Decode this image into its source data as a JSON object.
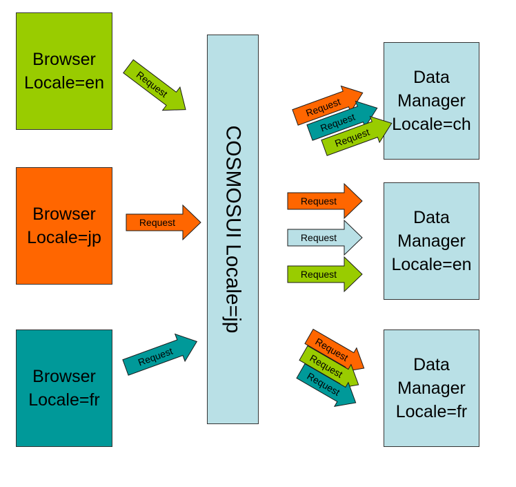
{
  "browsers": [
    {
      "line1": "Browser",
      "line2": "Locale=en",
      "color": "#99cc00"
    },
    {
      "line1": "Browser",
      "line2": "Locale=jp",
      "color": "#ff6600"
    },
    {
      "line1": "Browser",
      "line2": "Locale=fr",
      "color": "#009999"
    }
  ],
  "server": {
    "label": "COSMOSUI Locale=jp",
    "color": "#b9e0e6"
  },
  "data_managers": [
    {
      "line1": "Data",
      "line2": "Manager",
      "line3": "Locale=ch",
      "color": "#b9e0e6"
    },
    {
      "line1": "Data",
      "line2": "Manager",
      "line3": "Locale=en",
      "color": "#b9e0e6"
    },
    {
      "line1": "Data",
      "line2": "Manager",
      "line3": "Locale=fr",
      "color": "#b9e0e6"
    }
  ],
  "arrows": {
    "label": "Request",
    "colors": {
      "green": "#99cc00",
      "orange": "#ff6600",
      "teal": "#009999",
      "light": "#b9e0e6"
    }
  }
}
